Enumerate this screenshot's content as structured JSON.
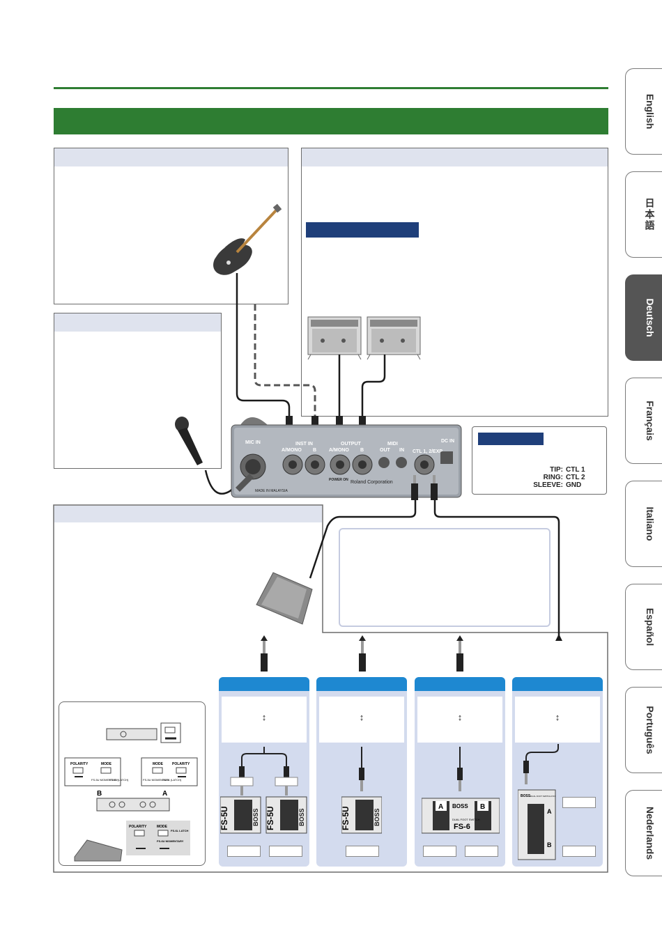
{
  "language_tabs": [
    {
      "label": "English",
      "active": false
    },
    {
      "label": "日本語",
      "active": false
    },
    {
      "label": "Deutsch",
      "active": true
    },
    {
      "label": "Français",
      "active": false
    },
    {
      "label": "Italiano",
      "active": false
    },
    {
      "label": "Español",
      "active": false
    },
    {
      "label": "Português",
      "active": false
    },
    {
      "label": "Nederlands",
      "active": false
    }
  ],
  "device": {
    "mic_in": "MIC IN",
    "inst_in": "INST IN",
    "inst_a": "A/MONO",
    "inst_b": "B",
    "output": "OUTPUT",
    "output_a": "A/MONO",
    "output_b": "B",
    "midi": "MIDI",
    "midi_out": "OUT",
    "midi_in": "IN",
    "ctl_exp": "CTL 1, 2/EXP",
    "dc_in": "DC IN",
    "power_on": "POWER ON",
    "brand": "Roland Corporation",
    "made_in": "MADE IN MALAYSIA"
  },
  "cable_info": {
    "tip": "TIP:",
    "tip_value": "CTL 1",
    "ring": "RING:",
    "ring_value": "CTL 2",
    "sleeve": "SLEEVE:",
    "sleeve_value": "GND"
  },
  "footswitch_columns": [
    {
      "arrow": "↕",
      "model": "FS-5U",
      "brand": "BOSS"
    },
    {
      "arrow": "↕",
      "model": "FS-5U",
      "brand": "BOSS"
    },
    {
      "arrow": "↕",
      "model": "FS-6",
      "brand": "BOSS",
      "switch_a": "A",
      "switch_b": "B",
      "sub": "DUAL FOOT SWITCH"
    },
    {
      "arrow": "↕",
      "model": "DUAL FOOT SWITCH FS7",
      "brand": "BOSS",
      "switch_a": "A",
      "switch_b": "B"
    }
  ],
  "switch_settings": {
    "polarity": "POLARITY",
    "mode": "MODE",
    "fs5u_mom": "FS-5U MOMENTARY",
    "fs5l_latch": "FS-5L (LATCH)",
    "label_a": "A",
    "label_b": "B",
    "fs6l_latch": "FS-6L LATCH",
    "fs6u_mom": "FS-6U MOMENTARY"
  }
}
